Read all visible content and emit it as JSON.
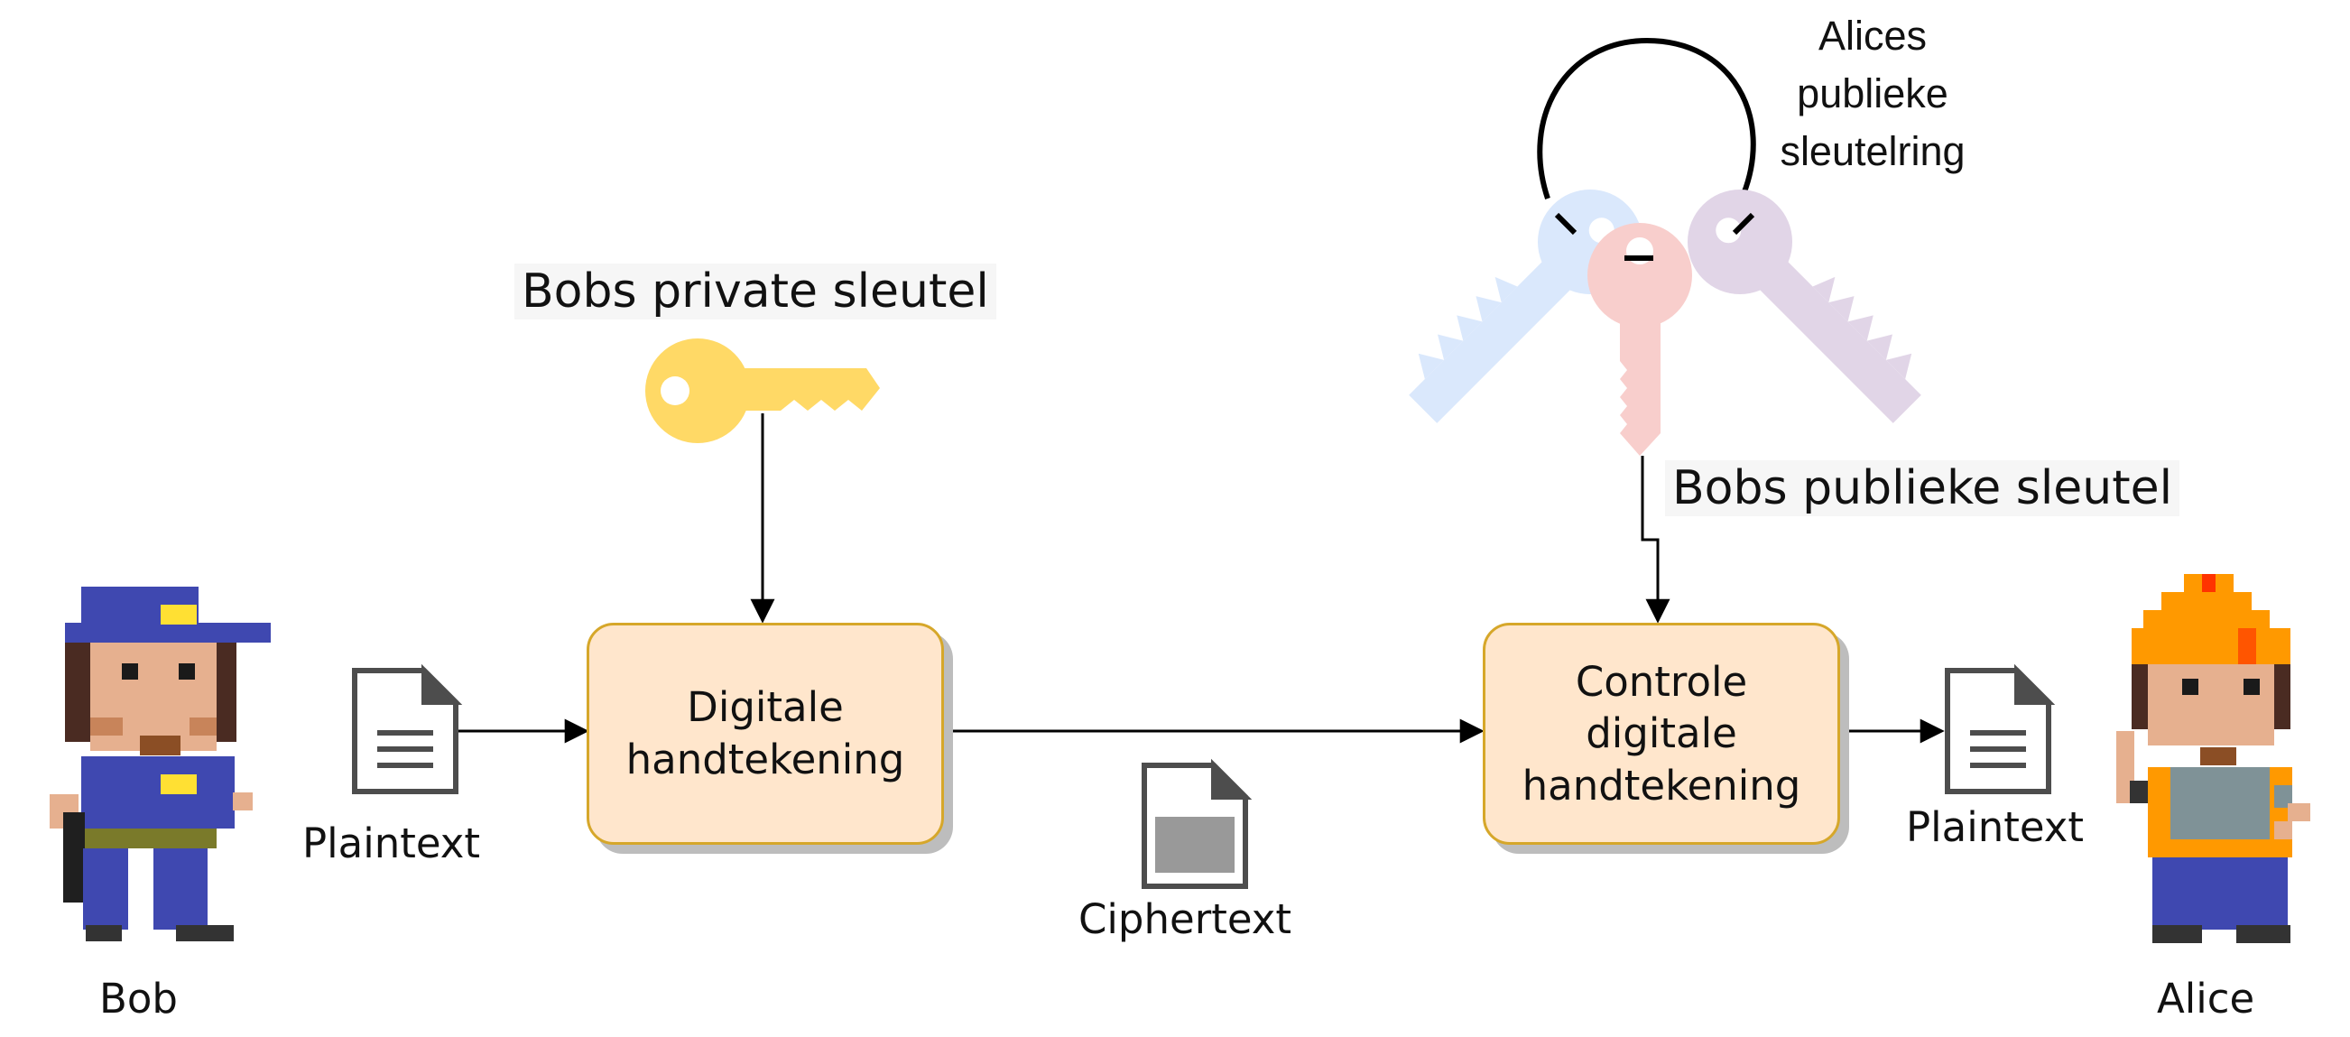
{
  "diagram": {
    "actors": {
      "sender": "Bob",
      "receiver": "Alice"
    },
    "boxes": {
      "sign": "Digitale\nhandtekening",
      "verify": "Controle\ndigitale\nhandtekening"
    },
    "labels": {
      "plaintext_left": "Plaintext",
      "plaintext_right": "Plaintext",
      "ciphertext": "Ciphertext",
      "private_key": "Bobs private sleutel",
      "public_key": "Bobs publieke sleutel",
      "keyring": "Alices\npublieke\nsleutelring"
    },
    "colors": {
      "box_fill": "#ffe6cc",
      "box_border": "#d6a72a",
      "private_key": "#ffd966",
      "key_blue": "#dae8fc",
      "key_pink": "#f8cecc",
      "key_purple": "#e1d5e7"
    }
  }
}
